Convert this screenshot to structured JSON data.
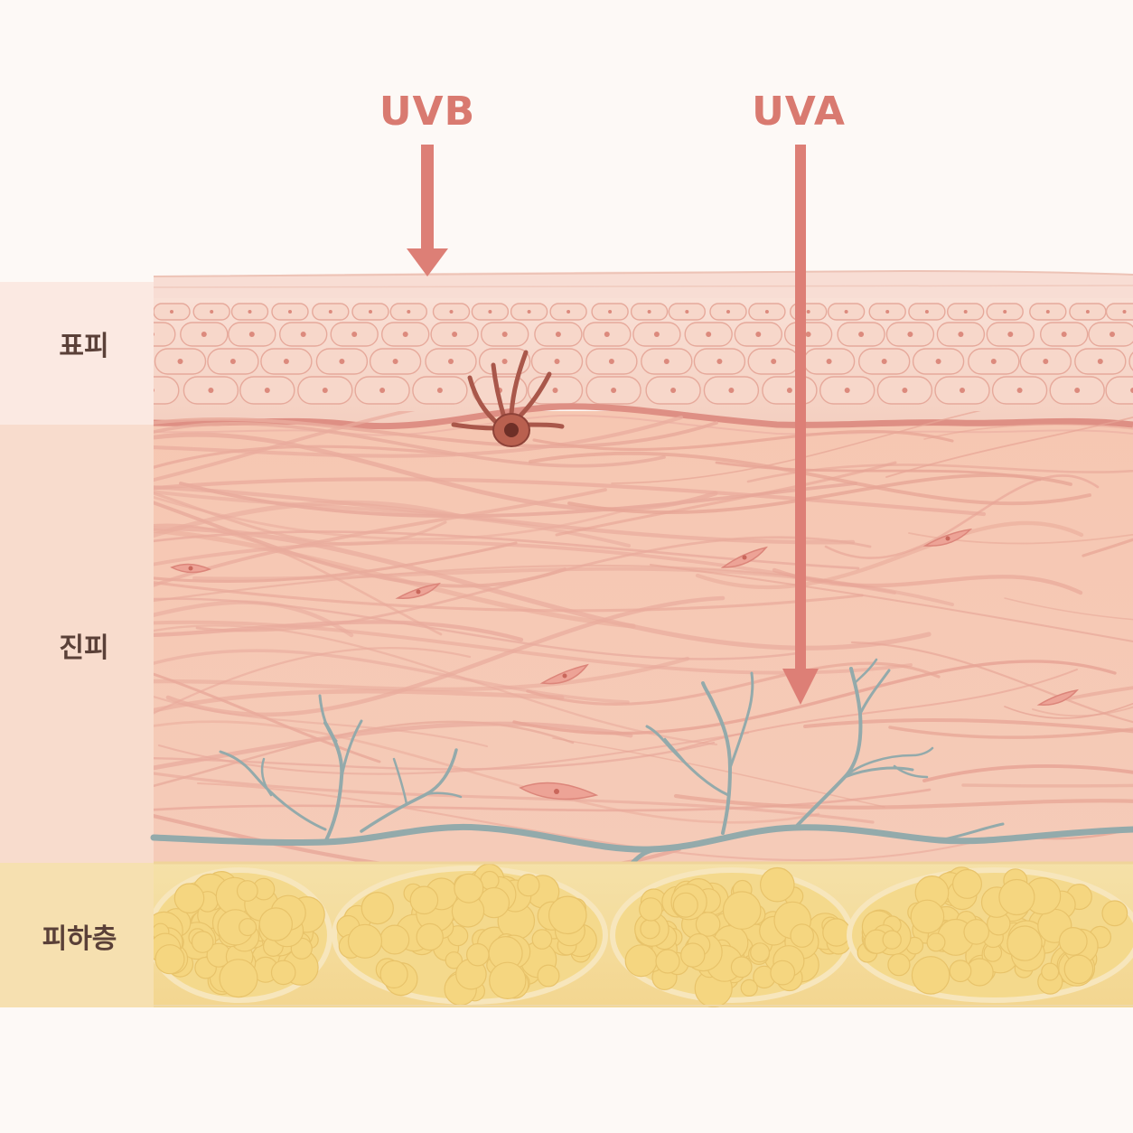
{
  "diagram": {
    "rays": [
      {
        "label": "UVB",
        "color": "#dd7f76"
      },
      {
        "label": "UVA",
        "color": "#dd7f76"
      }
    ],
    "layers": [
      {
        "label": "표피",
        "color": "#f7d9cc"
      },
      {
        "label": "진피",
        "color": "#f6c9b4"
      },
      {
        "label": "피하층",
        "color": "#f3d89a"
      }
    ],
    "colors": {
      "background": "#fdf9f6",
      "epidermis": "#f7d9cc",
      "dermis": "#f6c9b4",
      "subcutis": "#f3d89a",
      "fiber": "#e8a79a",
      "vessel": "#8fa7a8",
      "melanocyte": "#b0584a",
      "fat_cell": "#f5d682"
    }
  }
}
